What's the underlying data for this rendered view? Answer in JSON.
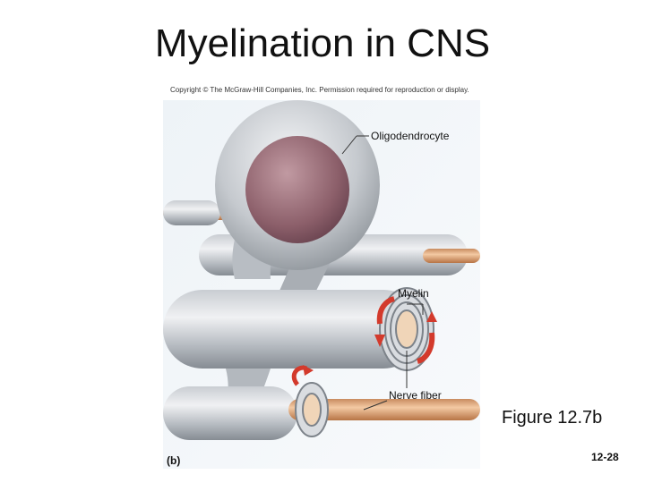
{
  "slide": {
    "title": "Myelination in CNS",
    "copyright": "Copyright © The McGraw-Hill Companies, Inc. Permission required for reproduction or display.",
    "figure_caption": "Figure 12.7b",
    "slide_number": "12-28",
    "panel_label": "(b)"
  },
  "diagram": {
    "labels": {
      "oligodendrocyte": "Oligodendrocyte",
      "myelin": "Myelin",
      "nerve_fiber": "Nerve fiber"
    }
  }
}
